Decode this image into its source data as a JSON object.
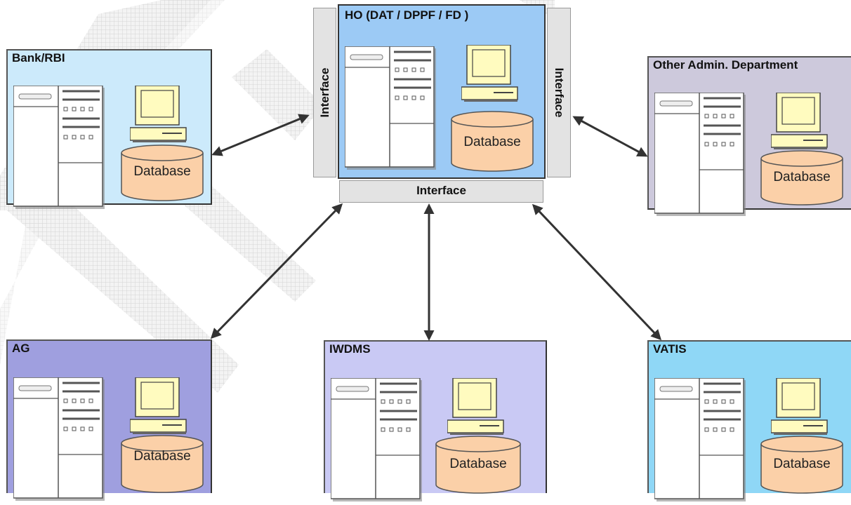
{
  "diagram": {
    "hub": {
      "title": "HO  (DAT / DPPF / FD )",
      "db_label": "Database"
    },
    "interfaces": {
      "left": "Interface",
      "right": "Interface",
      "bottom": "Interface"
    },
    "nodes": {
      "bank": {
        "title": "Bank/RBI",
        "db_label": "Database"
      },
      "other": {
        "title": "Other Admin. Department",
        "db_label": "Database"
      },
      "ag": {
        "title": "AG",
        "db_label": "Database"
      },
      "iwdms": {
        "title": "IWDMS",
        "db_label": "Database"
      },
      "vatis": {
        "title": "VATIS",
        "db_label": "Database"
      }
    },
    "colors": {
      "hub": "#9ccaf5",
      "bank": "#cceafb",
      "other": "#cdc9dc",
      "ag": "#9f9fdf",
      "iwdms": "#c9c9f4",
      "vatis": "#8fd7f6",
      "database": "#fbd0a8",
      "monitor": "#fffbbf",
      "interface": "#e3e3e3",
      "arrow": "#333333"
    },
    "connections": [
      {
        "from": "bank",
        "to": "interface-left"
      },
      {
        "from": "other",
        "to": "interface-right"
      },
      {
        "from": "ag",
        "to": "interface-bottom"
      },
      {
        "from": "iwdms",
        "to": "interface-bottom"
      },
      {
        "from": "vatis",
        "to": "interface-bottom"
      }
    ]
  }
}
